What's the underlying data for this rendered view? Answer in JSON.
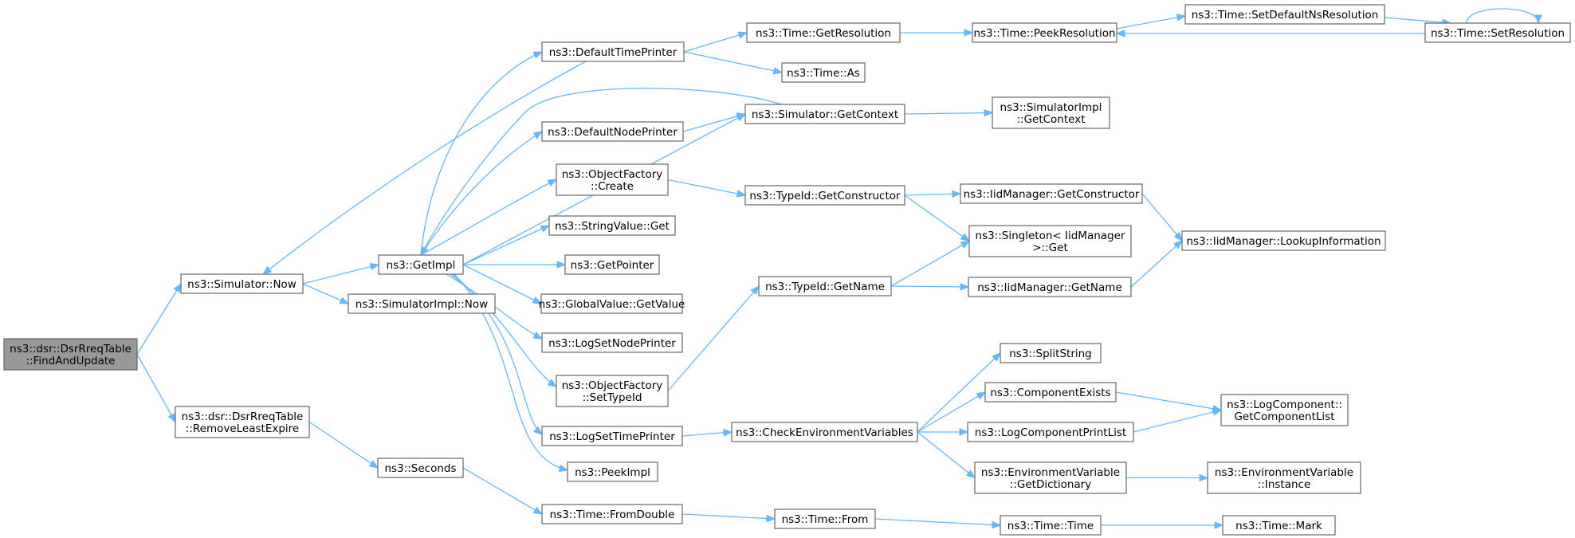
{
  "graph": {
    "root": "n_find",
    "colors": {
      "edge": "#63b8ff",
      "node_fill": "#ffffff",
      "root_fill": "#999999",
      "node_border": "#666666"
    },
    "nodes": [
      {
        "id": "n_find",
        "lines": [
          "ns3::dsr::DsrRreqTable",
          "::FindAndUpdate"
        ]
      },
      {
        "id": "n_now",
        "lines": [
          "ns3::Simulator::Now"
        ]
      },
      {
        "id": "n_remove",
        "lines": [
          "ns3::dsr::DsrRreqTable",
          "::RemoveLeastExpire"
        ]
      },
      {
        "id": "n_getimpl",
        "lines": [
          "ns3::GetImpl"
        ]
      },
      {
        "id": "n_simimplnow",
        "lines": [
          "ns3::SimulatorImpl::Now"
        ]
      },
      {
        "id": "n_seconds",
        "lines": [
          "ns3::Seconds"
        ]
      },
      {
        "id": "n_deftime",
        "lines": [
          "ns3::DefaultTimePrinter"
        ]
      },
      {
        "id": "n_defnode",
        "lines": [
          "ns3::DefaultNodePrinter"
        ]
      },
      {
        "id": "n_ofcreate",
        "lines": [
          "ns3::ObjectFactory",
          "::Create"
        ]
      },
      {
        "id": "n_strget",
        "lines": [
          "ns3::StringValue::Get"
        ]
      },
      {
        "id": "n_getpointer",
        "lines": [
          "ns3::GetPointer"
        ]
      },
      {
        "id": "n_gvget",
        "lines": [
          "ns3::GlobalValue::GetValue"
        ]
      },
      {
        "id": "n_logsetnode",
        "lines": [
          "ns3::LogSetNodePrinter"
        ]
      },
      {
        "id": "n_ofsettype",
        "lines": [
          "ns3::ObjectFactory",
          "::SetTypeId"
        ]
      },
      {
        "id": "n_logsettime",
        "lines": [
          "ns3::LogSetTimePrinter"
        ]
      },
      {
        "id": "n_peekimpl",
        "lines": [
          "ns3::PeekImpl"
        ]
      },
      {
        "id": "n_fromdouble",
        "lines": [
          "ns3::Time::FromDouble"
        ]
      },
      {
        "id": "n_getres",
        "lines": [
          "ns3::Time::GetResolution"
        ]
      },
      {
        "id": "n_as",
        "lines": [
          "ns3::Time::As"
        ]
      },
      {
        "id": "n_getctx",
        "lines": [
          "ns3::Simulator::GetContext"
        ]
      },
      {
        "id": "n_getctor",
        "lines": [
          "ns3::TypeId::GetConstructor"
        ]
      },
      {
        "id": "n_tidgetname",
        "lines": [
          "ns3::TypeId::GetName"
        ]
      },
      {
        "id": "n_checkenv",
        "lines": [
          "ns3::CheckEnvironmentVariables"
        ]
      },
      {
        "id": "n_from",
        "lines": [
          "ns3::Time::From"
        ]
      },
      {
        "id": "n_peekres",
        "lines": [
          "ns3::Time::PeekResolution"
        ]
      },
      {
        "id": "n_simimplctx",
        "lines": [
          "ns3::SimulatorImpl",
          "::GetContext"
        ]
      },
      {
        "id": "n_iidgetctor",
        "lines": [
          "ns3::IidManager::GetConstructor"
        ]
      },
      {
        "id": "n_singleton",
        "lines": [
          "ns3::Singleton< IidManager",
          " >::Get"
        ]
      },
      {
        "id": "n_iidgetname",
        "lines": [
          "ns3::IidManager::GetName"
        ]
      },
      {
        "id": "n_split",
        "lines": [
          "ns3::SplitString"
        ]
      },
      {
        "id": "n_compexists",
        "lines": [
          "ns3::ComponentExists"
        ]
      },
      {
        "id": "n_logcompprint",
        "lines": [
          "ns3::LogComponentPrintList"
        ]
      },
      {
        "id": "n_envdict",
        "lines": [
          "ns3::EnvironmentVariable",
          "::GetDictionary"
        ]
      },
      {
        "id": "n_timetime",
        "lines": [
          "ns3::Time::Time"
        ]
      },
      {
        "id": "n_setdefns",
        "lines": [
          "ns3::Time::SetDefaultNsResolution"
        ]
      },
      {
        "id": "n_setres",
        "lines": [
          "ns3::Time::SetResolution"
        ]
      },
      {
        "id": "n_lookup",
        "lines": [
          "ns3::IidManager::LookupInformation"
        ]
      },
      {
        "id": "n_getcomplist",
        "lines": [
          "ns3::LogComponent::",
          "GetComponentList"
        ]
      },
      {
        "id": "n_envinst",
        "lines": [
          "ns3::EnvironmentVariable",
          "::Instance"
        ]
      },
      {
        "id": "n_mark",
        "lines": [
          "ns3::Time::Mark"
        ]
      }
    ],
    "edges": [
      [
        "n_find",
        "n_now"
      ],
      [
        "n_find",
        "n_remove"
      ],
      [
        "n_now",
        "n_getimpl"
      ],
      [
        "n_now",
        "n_simimplnow"
      ],
      [
        "n_remove",
        "n_seconds"
      ],
      [
        "n_seconds",
        "n_fromdouble"
      ],
      [
        "n_getimpl",
        "n_deftime"
      ],
      [
        "n_getimpl",
        "n_getctx"
      ],
      [
        "n_getimpl",
        "n_defnode"
      ],
      [
        "n_getimpl",
        "n_ofcreate"
      ],
      [
        "n_getimpl",
        "n_strget"
      ],
      [
        "n_getimpl",
        "n_getpointer"
      ],
      [
        "n_getimpl",
        "n_gvget"
      ],
      [
        "n_getimpl",
        "n_logsetnode"
      ],
      [
        "n_getimpl",
        "n_ofsettype"
      ],
      [
        "n_getimpl",
        "n_logsettime"
      ],
      [
        "n_getimpl",
        "n_peekimpl"
      ],
      [
        "n_deftime",
        "n_now"
      ],
      [
        "n_deftime",
        "n_getres"
      ],
      [
        "n_deftime",
        "n_as"
      ],
      [
        "n_getctx",
        "n_getimpl"
      ],
      [
        "n_getctx",
        "n_simimplctx"
      ],
      [
        "n_defnode",
        "n_getctx"
      ],
      [
        "n_ofcreate",
        "n_getctor"
      ],
      [
        "n_ofsettype",
        "n_tidgetname"
      ],
      [
        "n_logsettime",
        "n_checkenv"
      ],
      [
        "n_fromdouble",
        "n_from"
      ],
      [
        "n_from",
        "n_timetime"
      ],
      [
        "n_timetime",
        "n_mark"
      ],
      [
        "n_getres",
        "n_peekres"
      ],
      [
        "n_peekres",
        "n_setdefns"
      ],
      [
        "n_setdefns",
        "n_setres"
      ],
      [
        "n_setres",
        "n_peekres"
      ],
      [
        "n_setres",
        "n_setres"
      ],
      [
        "n_getctor",
        "n_iidgetctor"
      ],
      [
        "n_getctor",
        "n_singleton"
      ],
      [
        "n_iidgetctor",
        "n_lookup"
      ],
      [
        "n_tidgetname",
        "n_singleton"
      ],
      [
        "n_tidgetname",
        "n_iidgetname"
      ],
      [
        "n_iidgetname",
        "n_lookup"
      ],
      [
        "n_checkenv",
        "n_split"
      ],
      [
        "n_checkenv",
        "n_compexists"
      ],
      [
        "n_checkenv",
        "n_logcompprint"
      ],
      [
        "n_checkenv",
        "n_envdict"
      ],
      [
        "n_compexists",
        "n_getcomplist"
      ],
      [
        "n_logcompprint",
        "n_getcomplist"
      ],
      [
        "n_envdict",
        "n_envinst"
      ]
    ]
  }
}
